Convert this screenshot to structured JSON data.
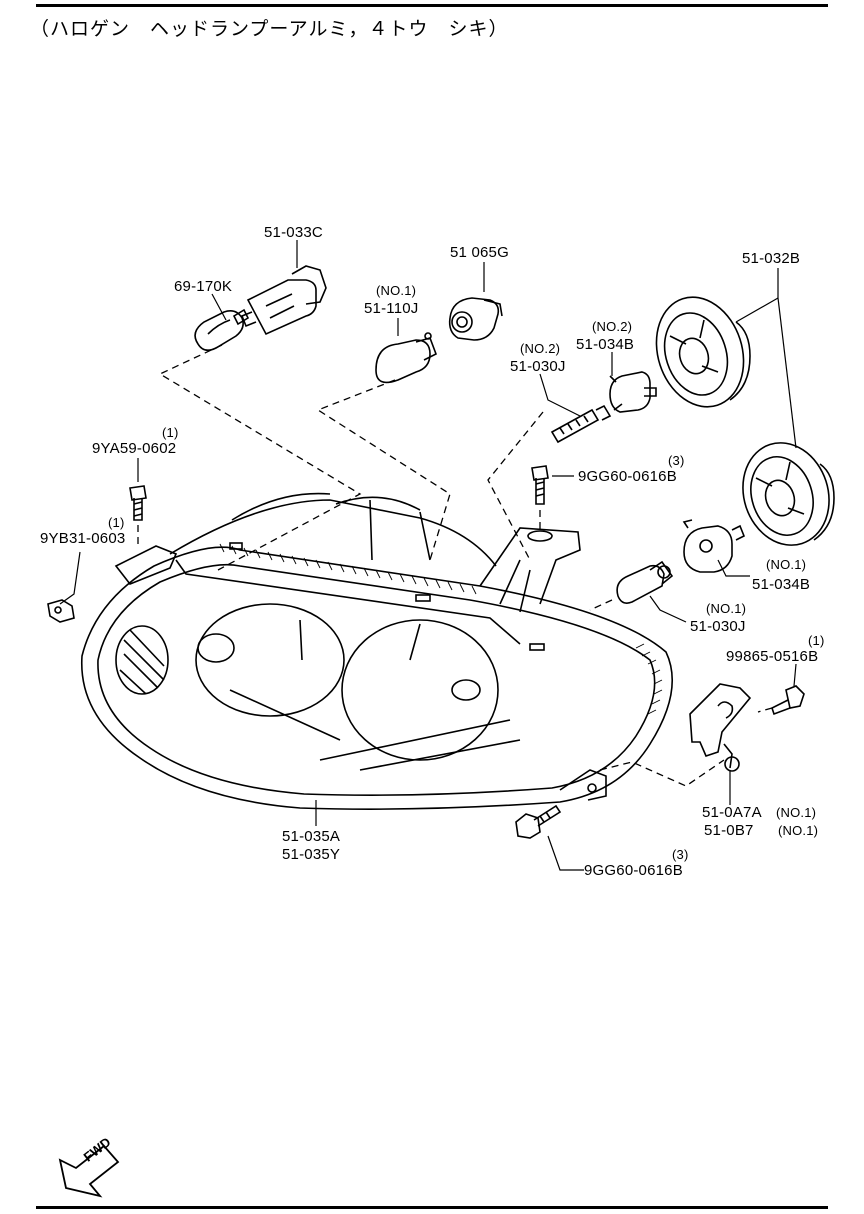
{
  "title": "（ハロゲン　ヘッドランプーアルミ，４トウ　シキ）",
  "labels": {
    "p51_033C": "51-033C",
    "p69_170K": "69-170K",
    "p51_065G": "51 065G",
    "p51_032B": "51-032B",
    "no1_a": "(NO.1)",
    "p51_110J": "51-110J",
    "no2_a": "(NO.2)",
    "p51_034B_no2": "51-034B",
    "no2_b": "(NO.2)",
    "p51_030J_no2": "51-030J",
    "q1_a": "(1)",
    "p9YA59": "9YA59-0602",
    "q1_b": "(1)",
    "p9YB31": "9YB31-0603",
    "q3_a": "(3)",
    "p9GG60_a": "9GG60-0616B",
    "no1_b": "(NO.1)",
    "p51_034B_no1": "51-034B",
    "no1_c": "(NO.1)",
    "p51_030J_no1": "51-030J",
    "q1_c": "(1)",
    "p99865": "99865-0516B",
    "p51_0A7A": "51-0A7A",
    "no1_d": "(NO.1)",
    "p51_0B7": "51-0B7",
    "no1_e": "(NO.1)",
    "p51_035A": "51-035A",
    "p51_035Y": "51-035Y",
    "q3_b": "(3)",
    "p9GG60_b": "9GG60-0616B",
    "fwd": "FWD"
  }
}
